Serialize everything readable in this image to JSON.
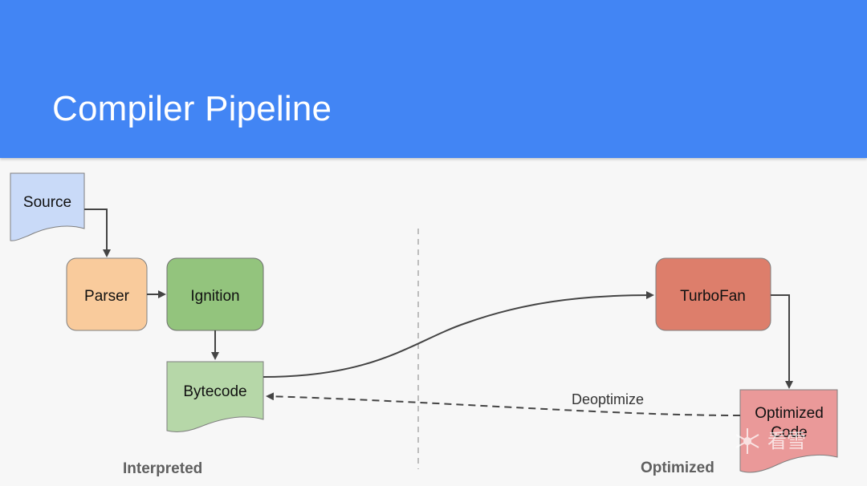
{
  "header": {
    "title": "Compiler Pipeline",
    "background_color": "#4285f4"
  },
  "nodes": {
    "source": {
      "label": "Source",
      "shape": "document",
      "color": "#c9daf8"
    },
    "parser": {
      "label": "Parser",
      "shape": "rounded-rectangle",
      "color": "#f9cb9c"
    },
    "ignition": {
      "label": "Ignition",
      "shape": "rounded-rectangle",
      "color": "#93c47d"
    },
    "bytecode": {
      "label": "Bytecode",
      "shape": "document",
      "color": "#b6d7a8"
    },
    "turbofan": {
      "label": "TurboFan",
      "shape": "rounded-rectangle",
      "color": "#dd7e6b"
    },
    "optimized_code": {
      "line1": "Optimized",
      "line2": "Code",
      "shape": "document",
      "color": "#ea9999"
    }
  },
  "edges": [
    {
      "from": "Source",
      "to": "Parser",
      "style": "solid"
    },
    {
      "from": "Parser",
      "to": "Ignition",
      "style": "solid"
    },
    {
      "from": "Ignition",
      "to": "Bytecode",
      "style": "solid"
    },
    {
      "from": "Bytecode",
      "to": "TurboFan",
      "style": "solid"
    },
    {
      "from": "TurboFan",
      "to": "Optimized Code",
      "style": "solid"
    },
    {
      "from": "Optimized Code",
      "to": "Bytecode",
      "style": "dashed",
      "label": "Deoptimize"
    }
  ],
  "sections": {
    "left": "Interpreted",
    "right": "Optimized"
  },
  "watermark": {
    "icon": "snowflake-icon",
    "text": "看雪"
  }
}
